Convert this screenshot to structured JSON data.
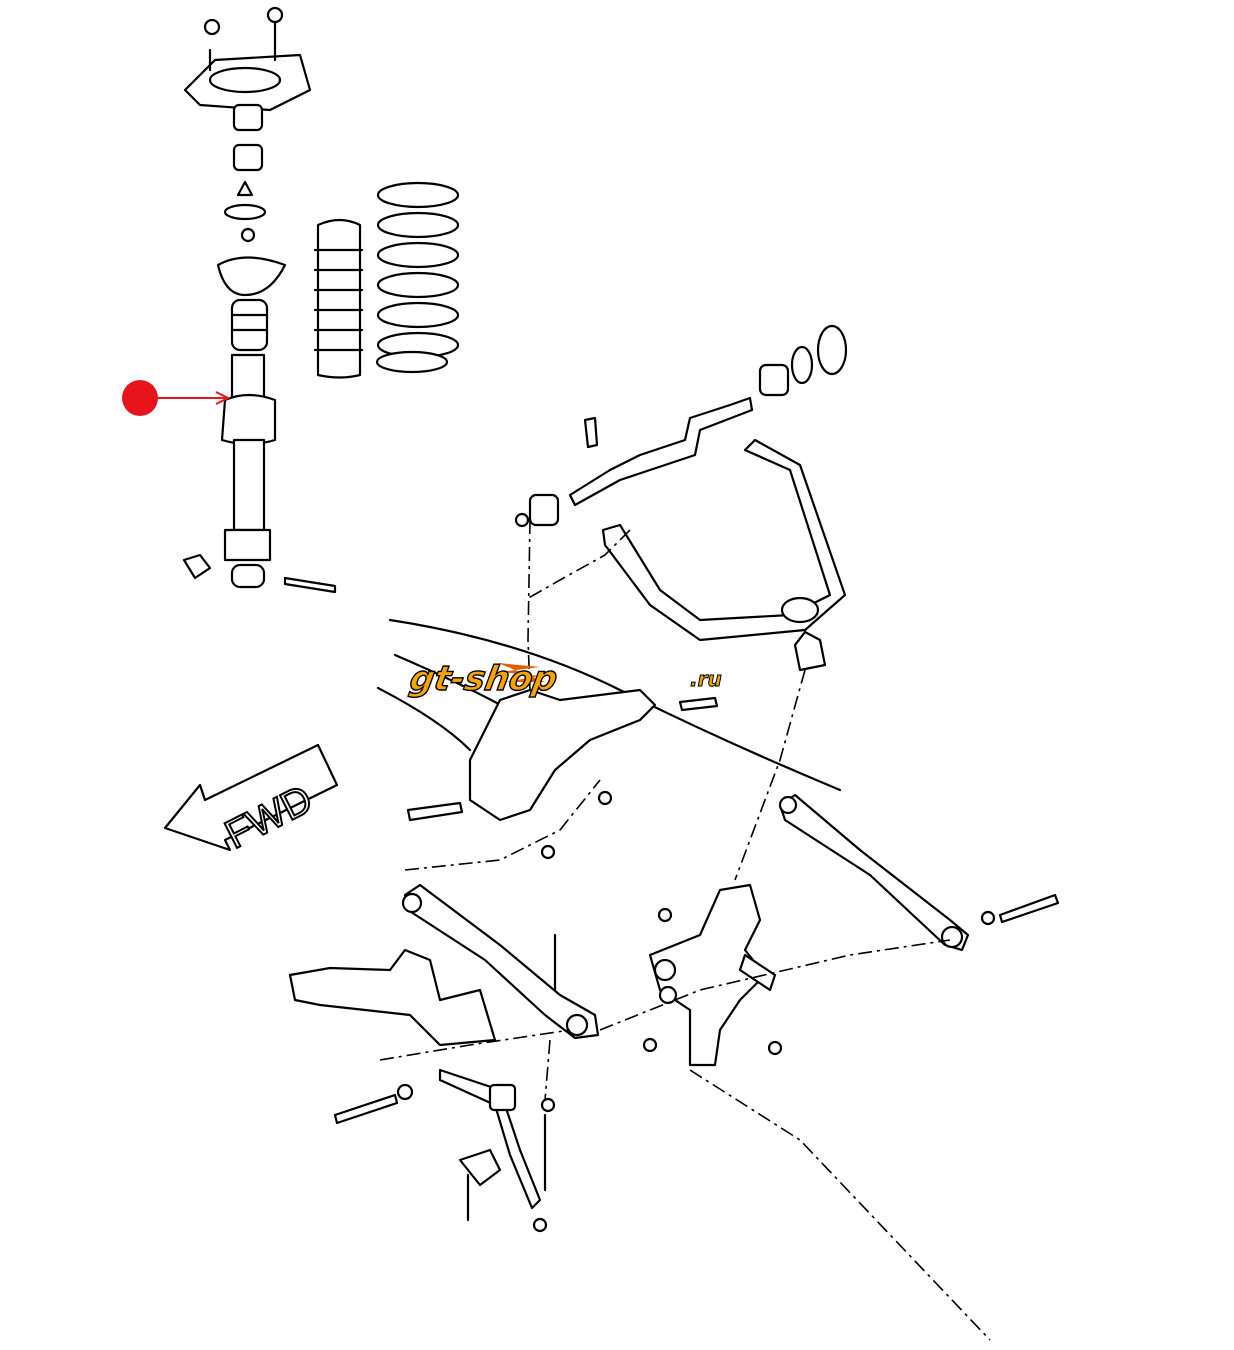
{
  "diagram": {
    "direction_label": "FWD",
    "watermark": {
      "main": "gt-shop",
      "suffix": ".ru"
    },
    "marker_color": "#e8141c",
    "line_color": "#000000",
    "logo_color": "#f5a400"
  }
}
